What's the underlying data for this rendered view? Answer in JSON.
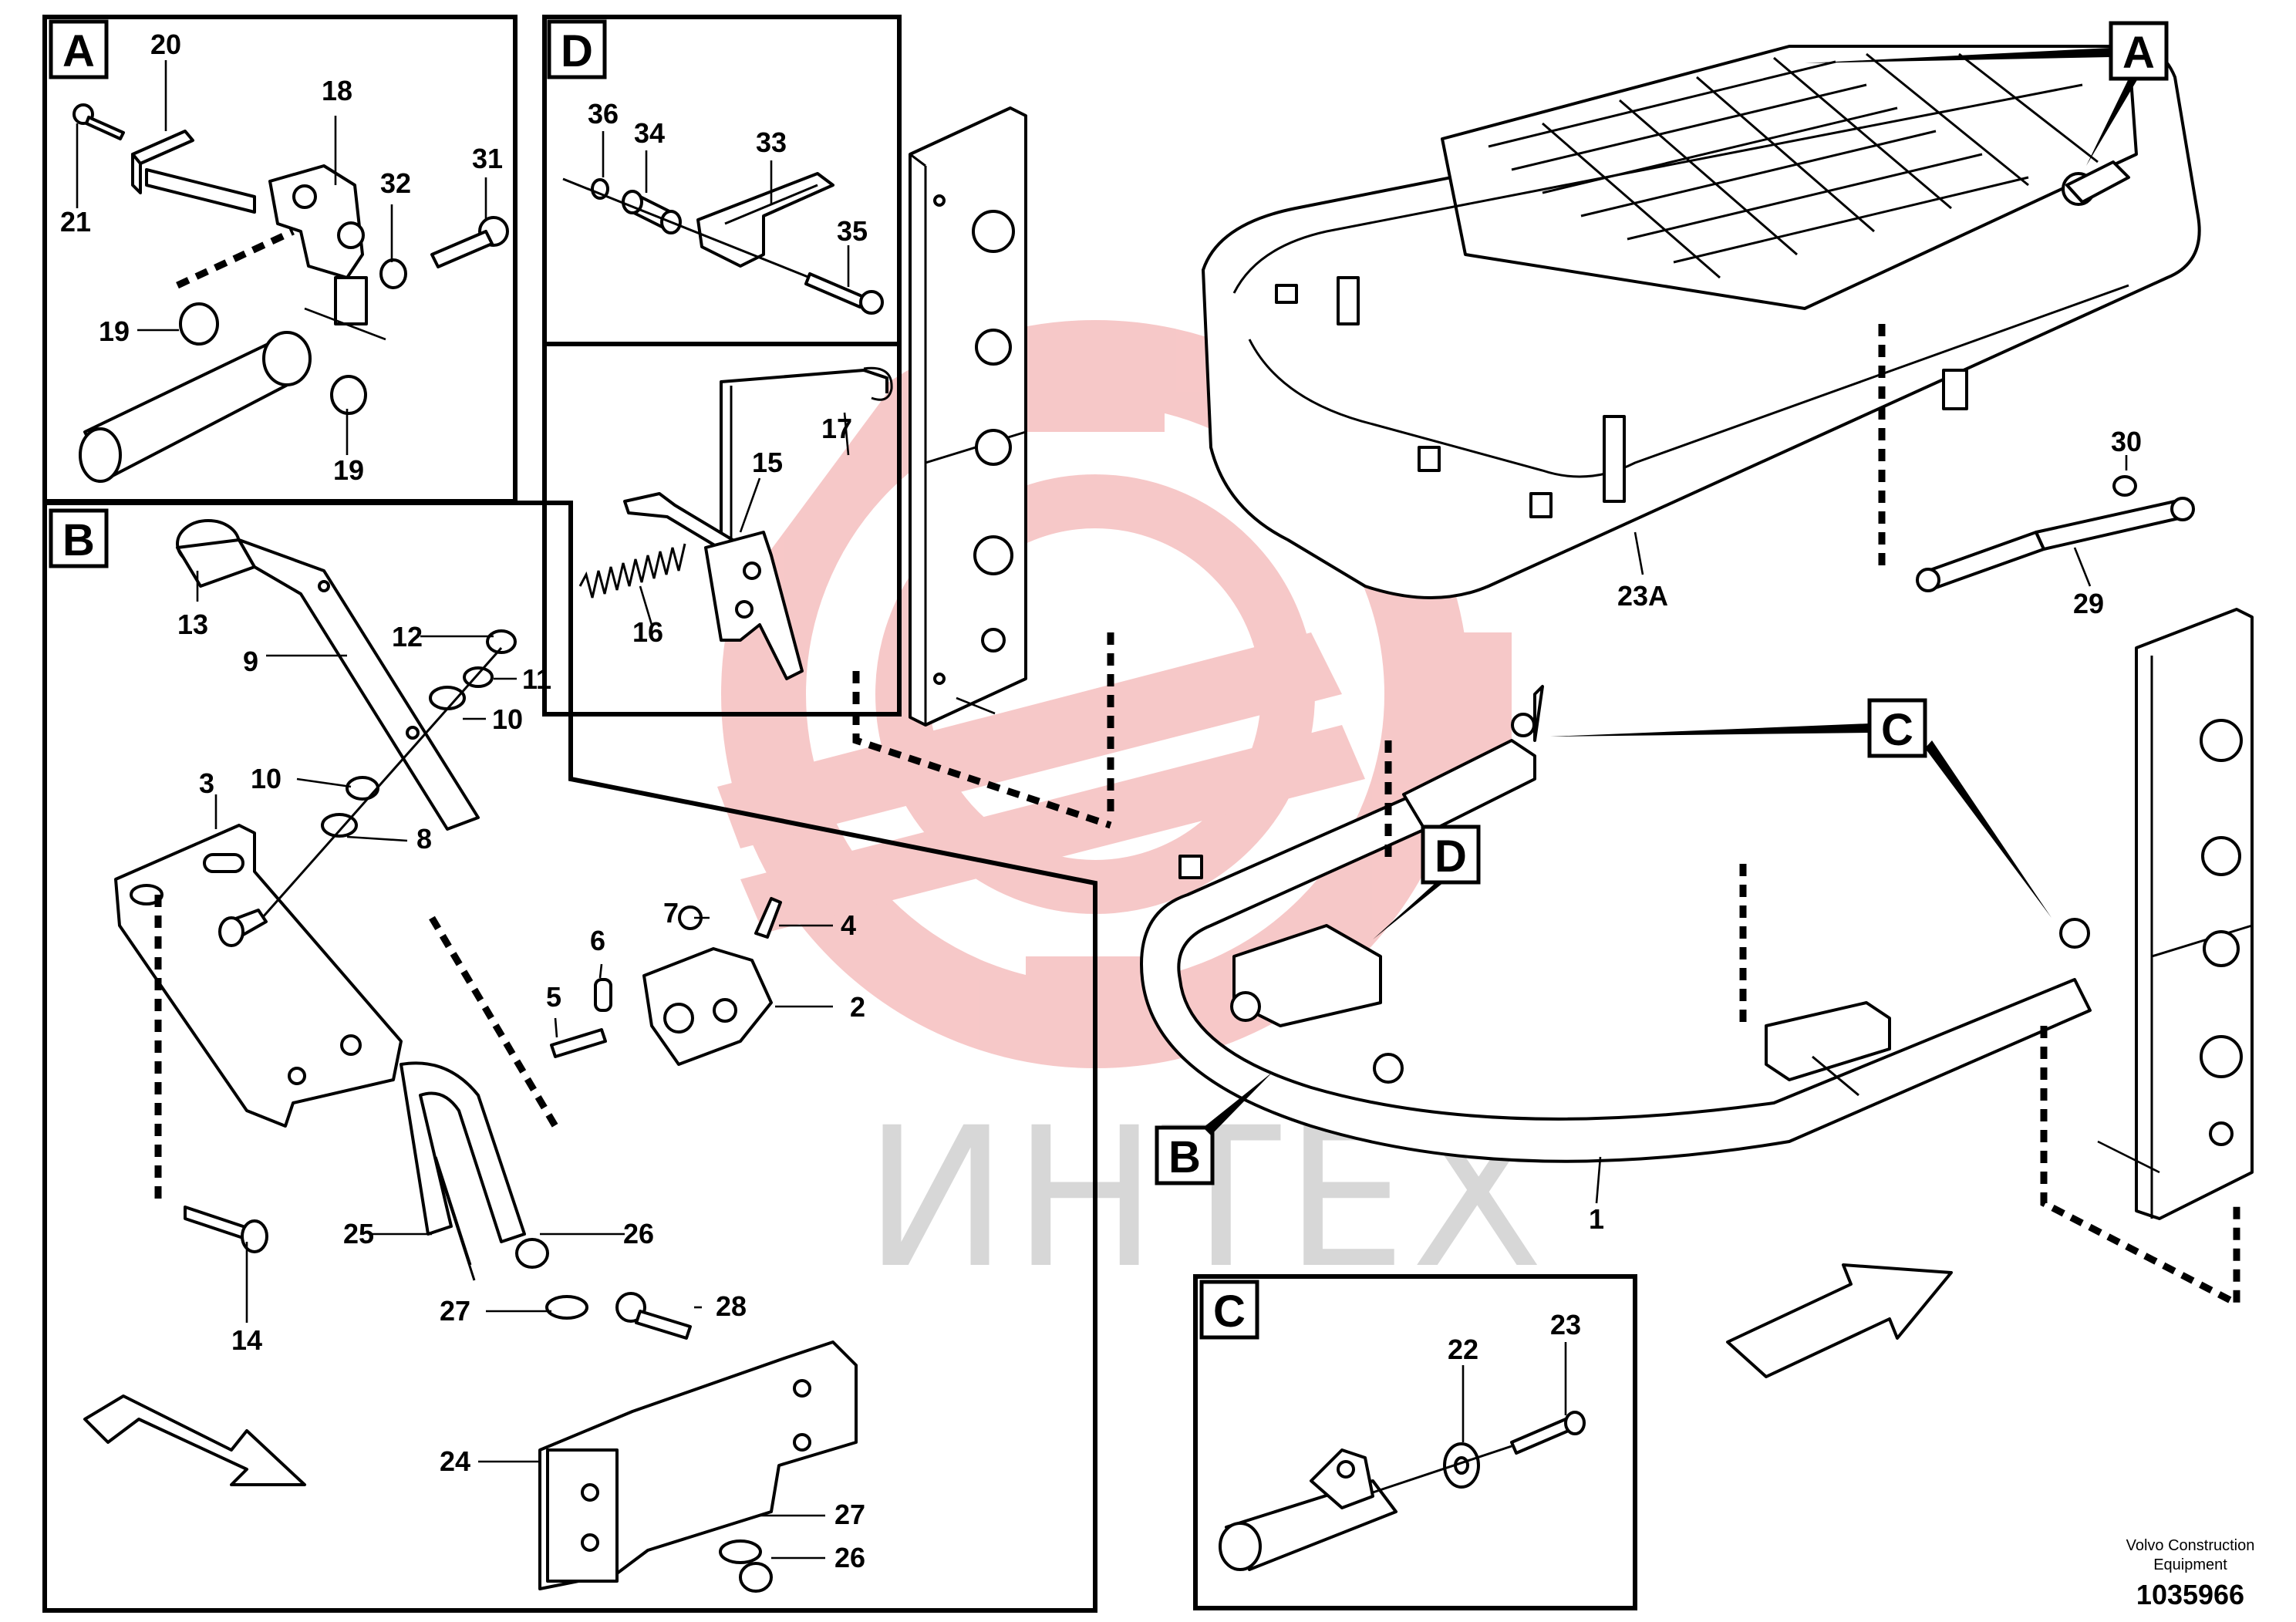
{
  "views": {
    "a": "A",
    "b": "B",
    "c": "C",
    "d": "D"
  },
  "callouts": {
    "a": "A",
    "b": "B",
    "c": "C",
    "d": "D"
  },
  "watermark": "ИНТЕХ",
  "footer": {
    "brand_line1": "Volvo Construction",
    "brand_line2": "Equipment",
    "drawing_number": "1035966"
  },
  "labels": {
    "p1": "1",
    "p2": "2",
    "p3": "3",
    "p4": "4",
    "p5": "5",
    "p6": "6",
    "p7": "7",
    "p8": "8",
    "p9": "9",
    "p10a": "10",
    "p10b": "10",
    "p11": "11",
    "p12": "12",
    "p13": "13",
    "p14": "14",
    "p15": "15",
    "p16": "16",
    "p17": "17",
    "p18": "18",
    "p19a": "19",
    "p19b": "19",
    "p20": "20",
    "p21": "21",
    "p22": "22",
    "p23": "23",
    "p23a": "23A",
    "p24": "24",
    "p25": "25",
    "p26a": "26",
    "p26b": "26",
    "p27a": "27",
    "p27b": "27",
    "p28": "28",
    "p29": "29",
    "p30": "30",
    "p31": "31",
    "p32": "32",
    "p33": "33",
    "p34": "34",
    "p35": "35",
    "p36": "36"
  },
  "colors": {
    "line": "#000000",
    "watermark_logo": "#f4b6b6",
    "watermark_text": "#d7d7d7",
    "background": "#ffffff"
  }
}
